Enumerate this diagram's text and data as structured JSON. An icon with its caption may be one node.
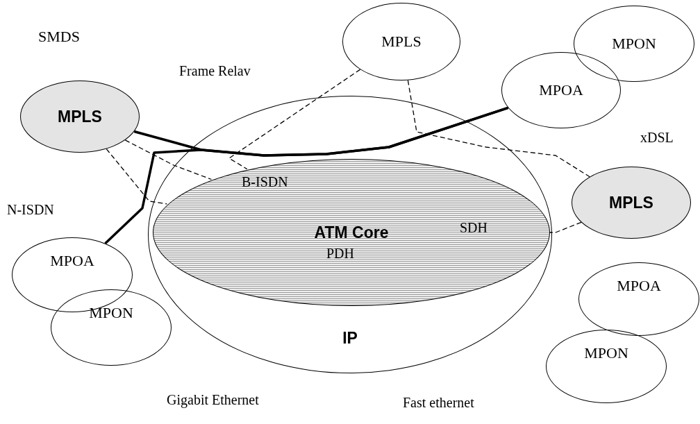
{
  "diagram": {
    "nodes": [
      {
        "text": [
          "IP"
        ]
      },
      {
        "text": [
          "ATM Core"
        ],
        "in": 0
      },
      {
        "text": [
          "MPLS"
        ]
      },
      {
        "text": [
          "MPLS"
        ]
      },
      {
        "text": [
          "MPON"
        ]
      },
      {
        "text": [
          "MPOA"
        ]
      },
      {
        "text": [
          "MPLS"
        ]
      },
      {
        "text": [
          "MPOA"
        ]
      },
      {
        "text": [
          "MPON"
        ]
      },
      {
        "text": [
          "MPOA"
        ]
      },
      {
        "text": [
          "MPON"
        ]
      }
    ],
    "edges": [
      {
        "from": 2,
        "to": 5,
        "arrow": "none",
        "style": "thick"
      },
      {
        "from": 7,
        "to": 5,
        "arrow": "none",
        "style": "thick"
      },
      {
        "from": 2,
        "to": 1,
        "arrow": "none",
        "style": "dashed"
      },
      {
        "from": 2,
        "to": 1,
        "arrow": "none",
        "style": "dashed"
      },
      {
        "from": 3,
        "to": 1,
        "arrow": "none",
        "style": "dashed"
      },
      {
        "from": 3,
        "to": 6,
        "arrow": "none",
        "style": "dashed"
      },
      {
        "from": 6,
        "to": 1,
        "arrow": "none",
        "style": "dashed"
      }
    ],
    "labels": [
      "SMDS",
      "Frame Relav",
      "xDSL",
      "N-ISDN",
      "B-ISDN",
      "SDH",
      "PDH",
      "Gigabit Ethernet",
      "Fast ethernet"
    ]
  }
}
